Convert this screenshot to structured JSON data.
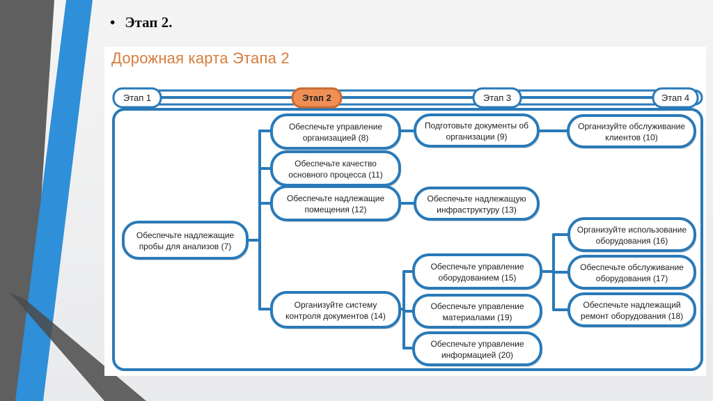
{
  "slide": {
    "bullet": "Этап 2.",
    "title": "Дорожная карта Этапа 2"
  },
  "colors": {
    "frame": "#2a7ab8",
    "box_fill": "#ffffff",
    "box_shadow": "#b5b5b5",
    "active_fill": "#ef8f55",
    "title": "#d77c3c",
    "deco_blue": "#2f8fd8",
    "deco_gray": "#5f5f5f"
  },
  "stages": [
    {
      "label": "Этап 1",
      "active": false
    },
    {
      "label": "Этап 2",
      "active": true
    },
    {
      "label": "Этап 3",
      "active": false
    },
    {
      "label": "Этап 4",
      "active": false
    }
  ],
  "nodes": {
    "n7": [
      "Обеспечьте надлежащие",
      "пробы для анализов (7)"
    ],
    "n8": [
      "Обеспечьте управление",
      "организацией (8)"
    ],
    "n11": [
      "Обеспечьте качество",
      "основного процесса (11)"
    ],
    "n12": [
      "Обеспечьте надлежащие",
      "помещения (12)"
    ],
    "n14": [
      "Организуйте систему",
      "контроля документов (14)"
    ],
    "n9": [
      "Подготовьте документы об",
      "организации (9)"
    ],
    "n13": [
      "Обеспечьте надлежащую",
      "инфраструктуру (13)"
    ],
    "n15": [
      "Обеспечьте управление",
      "оборудованием (15)"
    ],
    "n19": [
      "Обеспечьте управление",
      "материалами (19)"
    ],
    "n20": [
      "Обеспечьте управление",
      "информацией (20)"
    ],
    "n10": [
      "Организуйте обслуживание",
      "клиентов (10)"
    ],
    "n16": [
      "Организуйте использование",
      "оборудования (16)"
    ],
    "n17": [
      "Обеспечьте обслуживание",
      "оборудования (17)"
    ],
    "n18": [
      "Обеспечьте надлежащий",
      "ремонт оборудования (18)"
    ]
  }
}
